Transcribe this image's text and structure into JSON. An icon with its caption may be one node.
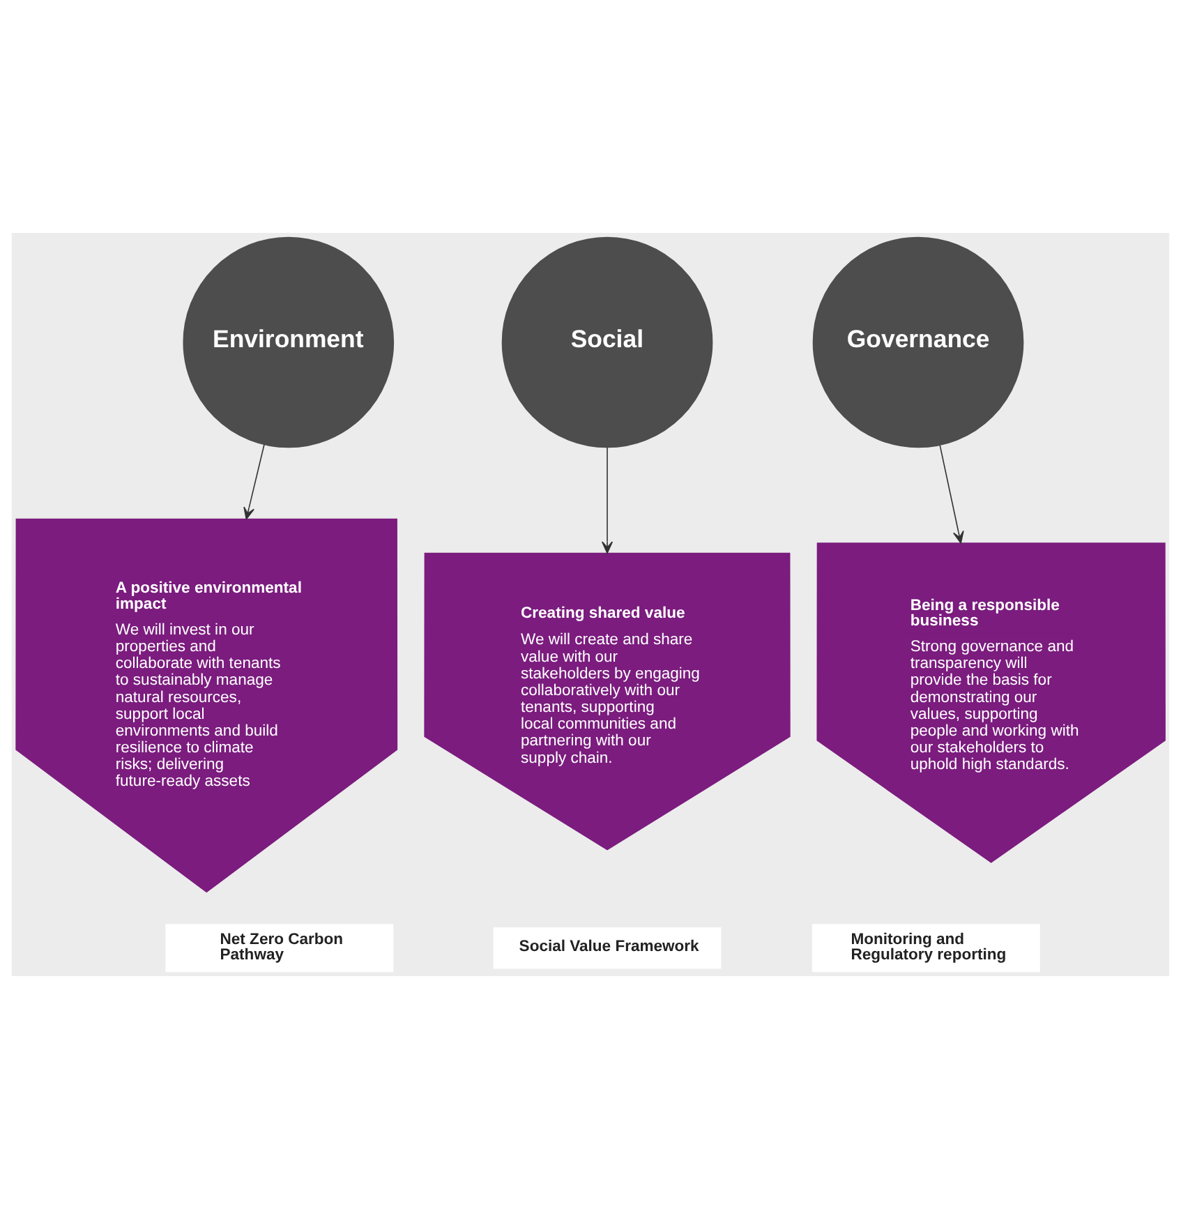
{
  "diagram": {
    "nodes": [
      {
        "text": [
          "Environment"
        ]
      },
      {
        "text": [
          "Social"
        ]
      },
      {
        "text": [
          "Governance"
        ]
      },
      {
        "text": [
          "A positive environmental impact",
          "We will invest in our properties and collaborate with tenants to sustainably manage natural resources, support local environments and build resilience to climate risks; delivering future-ready assets"
        ]
      },
      {
        "text": [
          "Creating shared value",
          "We will create and share value with our stakeholders by engaging collaboratively with our tenants, supporting local communities and partnering with our supply chain."
        ]
      },
      {
        "text": [
          "Being a responsible business",
          "Strong governance and transparency will provide the basis for demonstrating our values, supporting people and working with our stakeholders to uphold high standards."
        ]
      },
      {
        "text": [
          "Net Zero Carbon Pathway"
        ]
      },
      {
        "text": [
          "Social Value Framework"
        ]
      },
      {
        "text": [
          "Monitoring and Regulatory reporting"
        ]
      }
    ],
    "edges": [
      {
        "from": 0,
        "to": 3,
        "arrow": "to"
      },
      {
        "from": 1,
        "to": 4,
        "arrow": "to"
      },
      {
        "from": 2,
        "to": 5,
        "arrow": "to"
      }
    ]
  }
}
